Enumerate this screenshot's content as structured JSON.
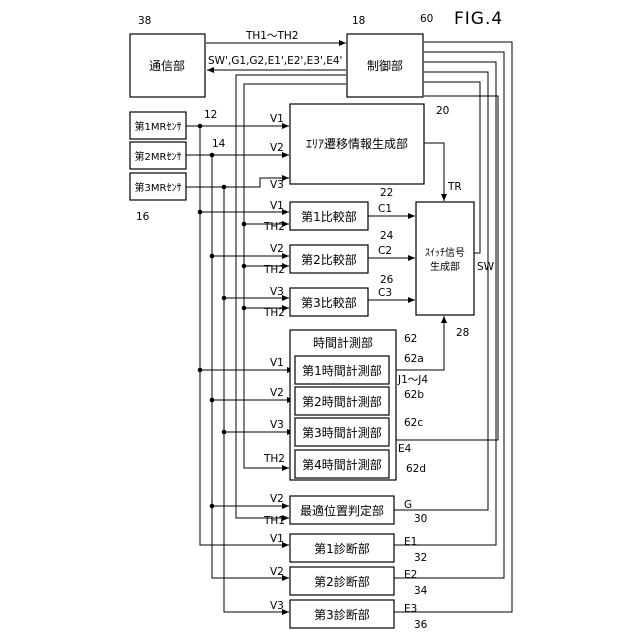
{
  "figure": {
    "label": "FIG.4",
    "system_ref": "60"
  },
  "blocks": {
    "communication": {
      "label": "通信部",
      "ref": "38"
    },
    "controller": {
      "label": "制御部",
      "ref": "18"
    },
    "mr1": {
      "label": "第1MRｾﾝｻ",
      "ref": "12"
    },
    "mr2": {
      "label": "第2MRｾﾝｻ",
      "ref": "14"
    },
    "mr3": {
      "label": "第3MRｾﾝｻ",
      "ref": "16"
    },
    "area_transition": {
      "label": "ｴﾘｱ遷移情報生成部",
      "ref": "20"
    },
    "comp1": {
      "label": "第1比較部",
      "ref": "22"
    },
    "comp2": {
      "label": "第2比較部",
      "ref": "24"
    },
    "comp3": {
      "label": "第3比較部",
      "ref": "26"
    },
    "switch_gen": {
      "line1": "ｽｲｯﾁ信号",
      "line2": "生成部",
      "ref": "28"
    },
    "time_meas": {
      "label": "時間計測部",
      "ref": "62"
    },
    "tm1": {
      "label": "第1時間計測部",
      "ref": "62a"
    },
    "tm2": {
      "label": "第2時間計測部",
      "ref": "62b"
    },
    "tm3": {
      "label": "第3時間計測部",
      "ref": "62c"
    },
    "tm4": {
      "label": "第4時間計測部",
      "ref": "62d"
    },
    "optimal_pos": {
      "label": "最適位置判定部",
      "ref": "30"
    },
    "diag1": {
      "label": "第1診断部",
      "ref": "32"
    },
    "diag2": {
      "label": "第2診断部",
      "ref": "34"
    },
    "diag3": {
      "label": "第3診断部",
      "ref": "36"
    }
  },
  "signals": {
    "th1_th2": "TH1～TH2",
    "outputs": "SW',G1,G2,E1',E2',E3',E4'",
    "v1": "V1",
    "v2": "V2",
    "v3": "V3",
    "th1": "TH1",
    "th2": "TH2",
    "tr": "TR",
    "sw": "SW",
    "c1": "C1",
    "c2": "C2",
    "c3": "C3",
    "j1_j4": "J1～J4",
    "e1": "E1",
    "e2": "E2",
    "e3": "E3",
    "e4": "E4",
    "g": "G"
  }
}
